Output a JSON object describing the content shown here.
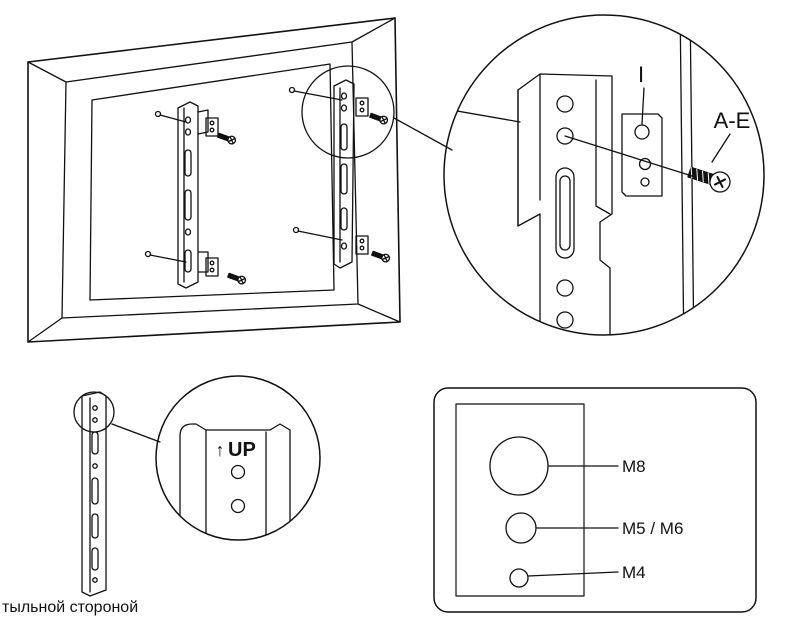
{
  "labels": {
    "bracket_label": "I",
    "screw_label": "A-E",
    "up_label": "UP",
    "up_arrow": "↑",
    "hole_large": "M8",
    "hole_medium": "M5 / M6",
    "hole_small": "M4"
  },
  "caption": "тыльной стороной",
  "colors": {
    "line": "#111111",
    "background": "#ffffff"
  }
}
